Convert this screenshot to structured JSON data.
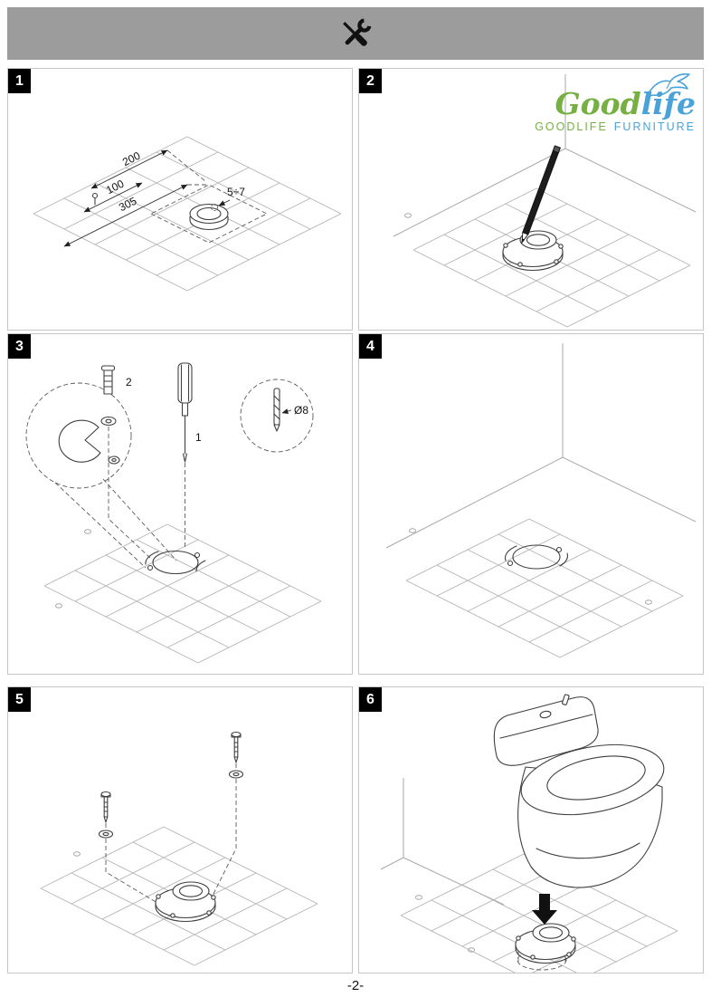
{
  "header": {
    "icon": "crossed-wrench-and-screwdriver"
  },
  "logo": {
    "word1": "Good",
    "word2": "life",
    "caption1": "GOODLIFE",
    "caption2": "FURNITURE"
  },
  "panels": [
    {
      "number": "1",
      "dims": {
        "a": "200",
        "b": "100",
        "c": "305",
        "depth": "5÷7"
      }
    },
    {
      "number": "2"
    },
    {
      "number": "3",
      "labels": {
        "plug": "2",
        "tool": "1",
        "drill": "Ø8"
      }
    },
    {
      "number": "4"
    },
    {
      "number": "5"
    },
    {
      "number": "6"
    }
  ],
  "footer": {
    "page": "-2-"
  },
  "colors": {
    "header_gray": "#9c9c9c",
    "logo_green": "#76b043",
    "logo_blue": "#4aa3d8",
    "ink": "#3f3f3f"
  }
}
